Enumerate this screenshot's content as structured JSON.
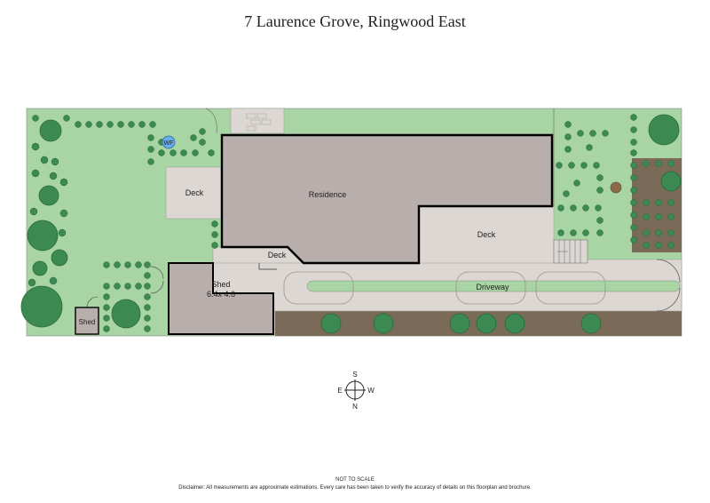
{
  "title": "7 Laurence Grove, Ringwood East",
  "rooms": {
    "residence": "Residence",
    "deck_left": "Deck",
    "deck_small": "Deck",
    "deck_right": "Deck",
    "driveway": "Driveway",
    "shed_big": "Shed",
    "shed_big_size": "6.4x 4.6",
    "shed_small": "Shed",
    "wf": "WF"
  },
  "compass": {
    "s": "S",
    "e": "E",
    "w": "W",
    "n": "N"
  },
  "footer": {
    "not_to_scale": "NOT TO SCALE",
    "disclaimer": "Disclaimer: All measurements are approximate estimations. Every care has been taken to verify the accuracy of details on this floorplan and brochure."
  },
  "colors": {
    "lawn": "#a9d4a4",
    "tree": "#3c8a52",
    "building": "#b8aeac",
    "deck": "#dcd7d3",
    "garden_bed": "#7a6a58",
    "wall": "#000000"
  }
}
